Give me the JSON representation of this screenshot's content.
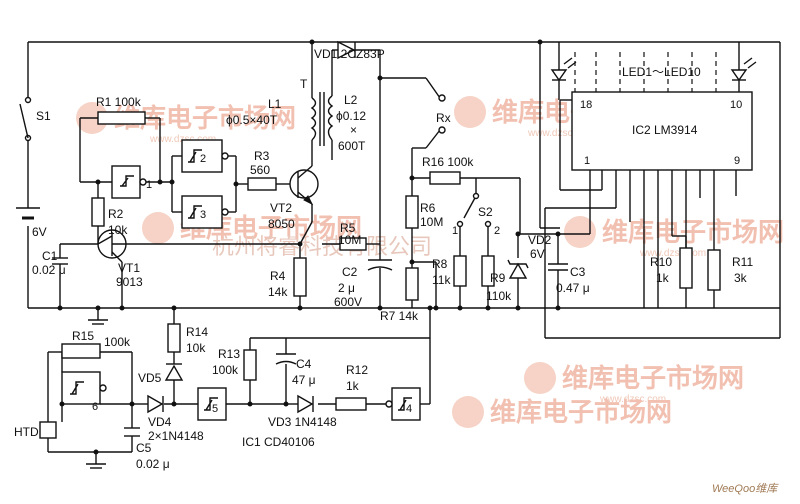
{
  "watermarks": {
    "brand": "维库电子市场网",
    "url": "www.dzsc.com",
    "company": "杭州将睿科技有限公司",
    "corner": "WeeQoo维库"
  },
  "labels": {
    "s1": "S1",
    "battery": "6V",
    "r1": "R1 100k",
    "r2": "R2",
    "r2v": "10k",
    "c1": "C1",
    "c1v": "0.02 μ",
    "vt1": "VT1",
    "vt1v": "9013",
    "g1": "1",
    "g2": "2",
    "g3": "3",
    "g4": "4",
    "g5": "5",
    "g6": "6",
    "r3": "R3",
    "r3v": "560",
    "t": "T",
    "l1": "L1",
    "l1v": "ϕ0.5×40T",
    "l2": "L2",
    "l2v1": "ϕ0.12",
    "l2v2": "×",
    "l2v3": "600T",
    "vd1": "VD1 2CZ83P",
    "vt2": "VT2",
    "vt2v": "8050",
    "r5": "R5",
    "r5v": "10M",
    "r4": "R4",
    "r4v": "14k",
    "c2": "C2",
    "c2v1": "2 μ",
    "c2v2": "600V",
    "rx": "Rx",
    "r16": "R16 100k",
    "r6": "R6",
    "r6v": "10M",
    "s2": "S2",
    "s2p1": "1",
    "s2p2": "2",
    "r8": "R8",
    "r8v": "11k",
    "r9": "R9",
    "r9v": "110k",
    "vd2": "VD2",
    "vd2v": "6V",
    "c3": "C3",
    "c3v": "0.47 μ",
    "r7": "R7 14k",
    "led": "LED1～LED10",
    "ic2": "IC2 LM3914",
    "pin18": "18",
    "pin10": "10",
    "pin1": "1",
    "pin9": "9",
    "r10": "R10",
    "r10v": "1k",
    "r11": "R11",
    "r11v": "3k",
    "r15": "R15",
    "r15v": "100k",
    "r14": "R14",
    "r14v": "10k",
    "r13": "R13",
    "r13v": "100k",
    "c4": "C4",
    "c4v": "47 μ",
    "r12": "R12",
    "r12v": "1k",
    "vd5": "VD5",
    "vd4": "VD4",
    "vd4v": "2×1N4148",
    "vd3": "VD3 1N4148",
    "ic1": "IC1 CD40106",
    "htd": "HTD",
    "c5": "C5",
    "c5v": "0.02 μ"
  }
}
